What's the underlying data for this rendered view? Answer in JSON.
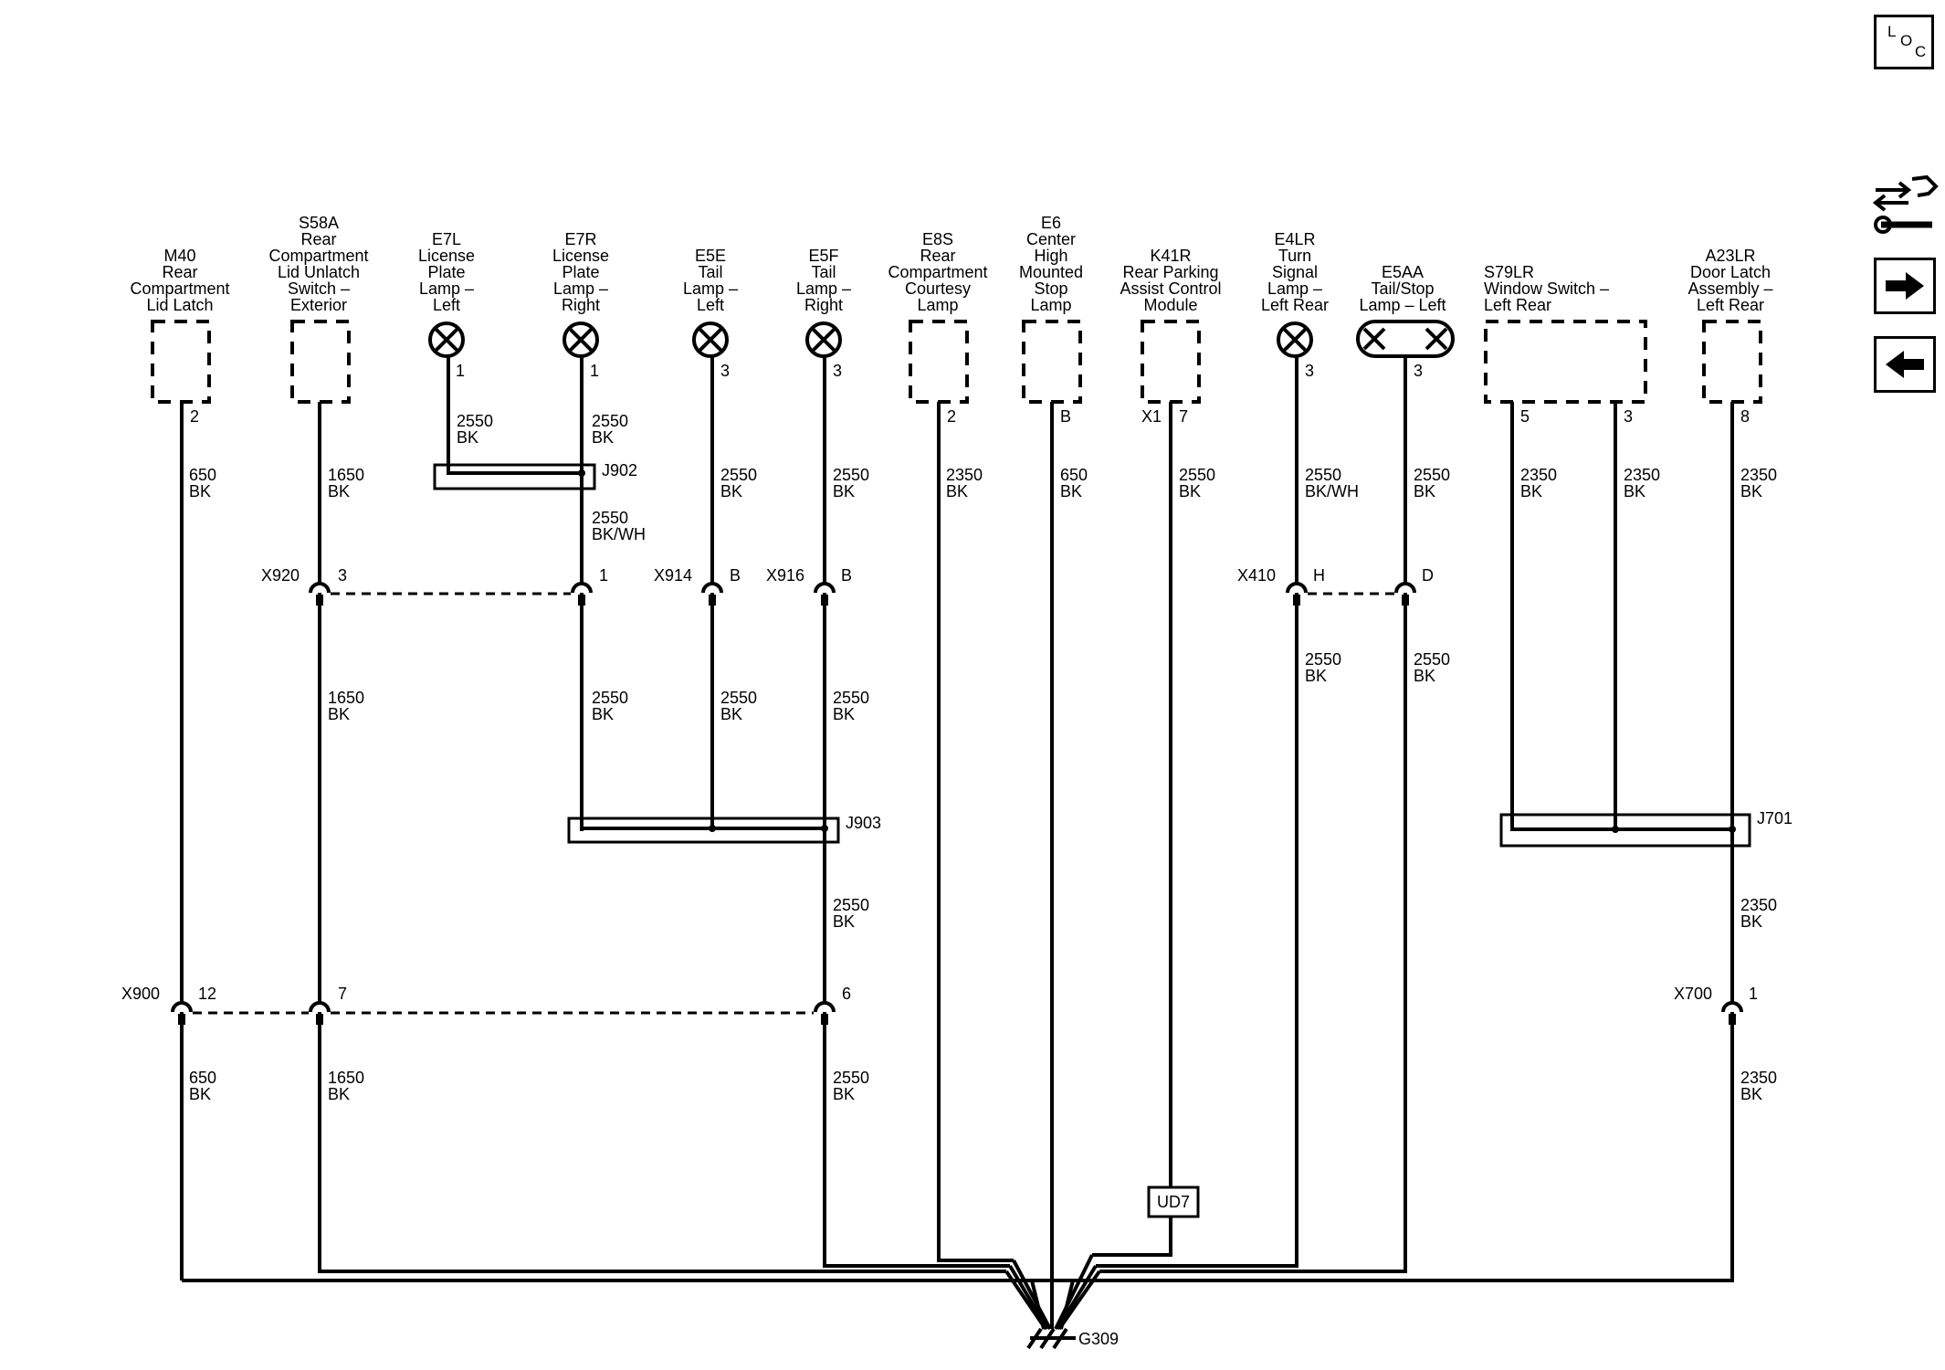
{
  "nav": {
    "loc_letters": [
      "L",
      "O",
      "C"
    ],
    "tools_icon": "connector-tool-icon",
    "next_icon": "arrow-right-icon",
    "prev_icon": "arrow-left-icon"
  },
  "components": [
    {
      "id": "M40",
      "name_lines": [
        "Rear",
        "Compartment",
        "Lid Latch"
      ],
      "pins": [
        "2"
      ]
    },
    {
      "id": "S58A",
      "name_lines": [
        "Rear",
        "Compartment",
        "Lid Unlatch",
        "Switch –",
        "Exterior"
      ],
      "pins": []
    },
    {
      "id": "E7L",
      "name_lines": [
        "License",
        "Plate",
        "Lamp –",
        "Left"
      ],
      "pins": [
        "1"
      ]
    },
    {
      "id": "E7R",
      "name_lines": [
        "License",
        "Plate",
        "Lamp –",
        "Right"
      ],
      "pins": [
        "1"
      ]
    },
    {
      "id": "E5E",
      "name_lines": [
        "Tail",
        "Lamp –",
        "Left"
      ],
      "pins": [
        "3"
      ]
    },
    {
      "id": "E5F",
      "name_lines": [
        "Tail",
        "Lamp –",
        "Right"
      ],
      "pins": [
        "3"
      ]
    },
    {
      "id": "E8S",
      "name_lines": [
        "Rear",
        "Compartment",
        "Courtesy",
        "Lamp"
      ],
      "pins": [
        "2"
      ]
    },
    {
      "id": "E6",
      "name_lines": [
        "Center",
        "High",
        "Mounted",
        "Stop",
        "Lamp"
      ],
      "pins": [
        "B"
      ]
    },
    {
      "id": "K41R",
      "name_lines": [
        "Rear Parking",
        "Assist Control",
        "Module"
      ],
      "pins": [
        "X1",
        "7"
      ]
    },
    {
      "id": "E4LR",
      "name_lines": [
        "Turn",
        "Signal",
        "Lamp –",
        "Left Rear"
      ],
      "pins": [
        "3"
      ]
    },
    {
      "id": "E5AA",
      "name_lines": [
        "Tail/Stop",
        "Lamp – Left"
      ],
      "pins": [
        "3"
      ]
    },
    {
      "id": "S79LR",
      "name_lines": [
        "Window Switch –",
        "Left Rear"
      ],
      "pins": [
        "5",
        "3"
      ]
    },
    {
      "id": "A23LR",
      "name_lines": [
        "Door Latch",
        "Assembly –",
        "Left Rear"
      ],
      "pins": [
        "8"
      ]
    }
  ],
  "wire_labels": [
    {
      "circuit": "650",
      "color": "BK"
    },
    {
      "circuit": "1650",
      "color": "BK"
    },
    {
      "circuit": "2550",
      "color": "BK"
    },
    {
      "circuit": "2550",
      "color": "BK"
    },
    {
      "circuit": "2550",
      "color": "BK/WH"
    },
    {
      "circuit": "2550",
      "color": "BK"
    },
    {
      "circuit": "2550",
      "color": "BK"
    },
    {
      "circuit": "2350",
      "color": "BK"
    },
    {
      "circuit": "650",
      "color": "BK"
    },
    {
      "circuit": "2550",
      "color": "BK"
    },
    {
      "circuit": "2550",
      "color": "BK/WH"
    },
    {
      "circuit": "2550",
      "color": "BK"
    },
    {
      "circuit": "2350",
      "color": "BK"
    },
    {
      "circuit": "2350",
      "color": "BK"
    },
    {
      "circuit": "2350",
      "color": "BK"
    },
    {
      "circuit": "1650",
      "color": "BK"
    },
    {
      "circuit": "2550",
      "color": "BK"
    },
    {
      "circuit": "2550",
      "color": "BK"
    },
    {
      "circuit": "2550",
      "color": "BK"
    },
    {
      "circuit": "2550",
      "color": "BK"
    },
    {
      "circuit": "2550",
      "color": "BK"
    },
    {
      "circuit": "2550",
      "color": "BK"
    },
    {
      "circuit": "2350",
      "color": "BK"
    },
    {
      "circuit": "650",
      "color": "BK"
    },
    {
      "circuit": "1650",
      "color": "BK"
    },
    {
      "circuit": "2550",
      "color": "BK"
    },
    {
      "circuit": "2350",
      "color": "BK"
    }
  ],
  "connectors": [
    {
      "id": "X920",
      "pins": [
        "3",
        "1"
      ]
    },
    {
      "id": "X914",
      "pins": [
        "B"
      ]
    },
    {
      "id": "X916",
      "pins": [
        "B"
      ]
    },
    {
      "id": "X410",
      "pins": [
        "H",
        "D"
      ]
    },
    {
      "id": "X900",
      "pins": [
        "12",
        "7",
        "6"
      ]
    },
    {
      "id": "X700",
      "pins": [
        "1"
      ]
    }
  ],
  "splices": [
    "J902",
    "J903",
    "J701"
  ],
  "ground": "G309",
  "option_code": "UD7"
}
